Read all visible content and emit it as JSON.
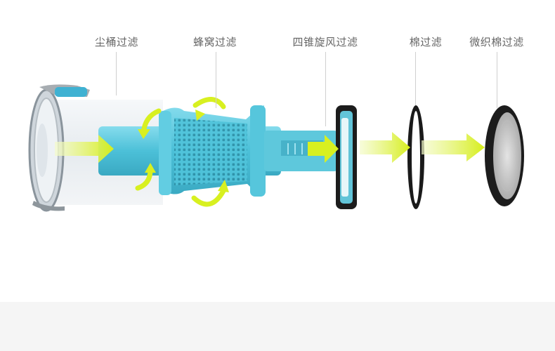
{
  "labels": {
    "dust_bin": "尘桶过滤",
    "honeycomb": "蜂窝过滤",
    "cyclone": "四锥旋风过滤",
    "cotton": "棉过滤",
    "microfiber": "微织棉过滤"
  },
  "colors": {
    "airflow_arrow": "#d8f020",
    "filter_cyan": "#5bc8dc",
    "bin_clear": "#e9eef2",
    "ring_dark": "#1c1c1c",
    "label_text": "#666666",
    "footer_band": "#f5f5f5"
  },
  "icons": [
    "airflow-arrow-icon",
    "swirl-arrow-icon"
  ]
}
